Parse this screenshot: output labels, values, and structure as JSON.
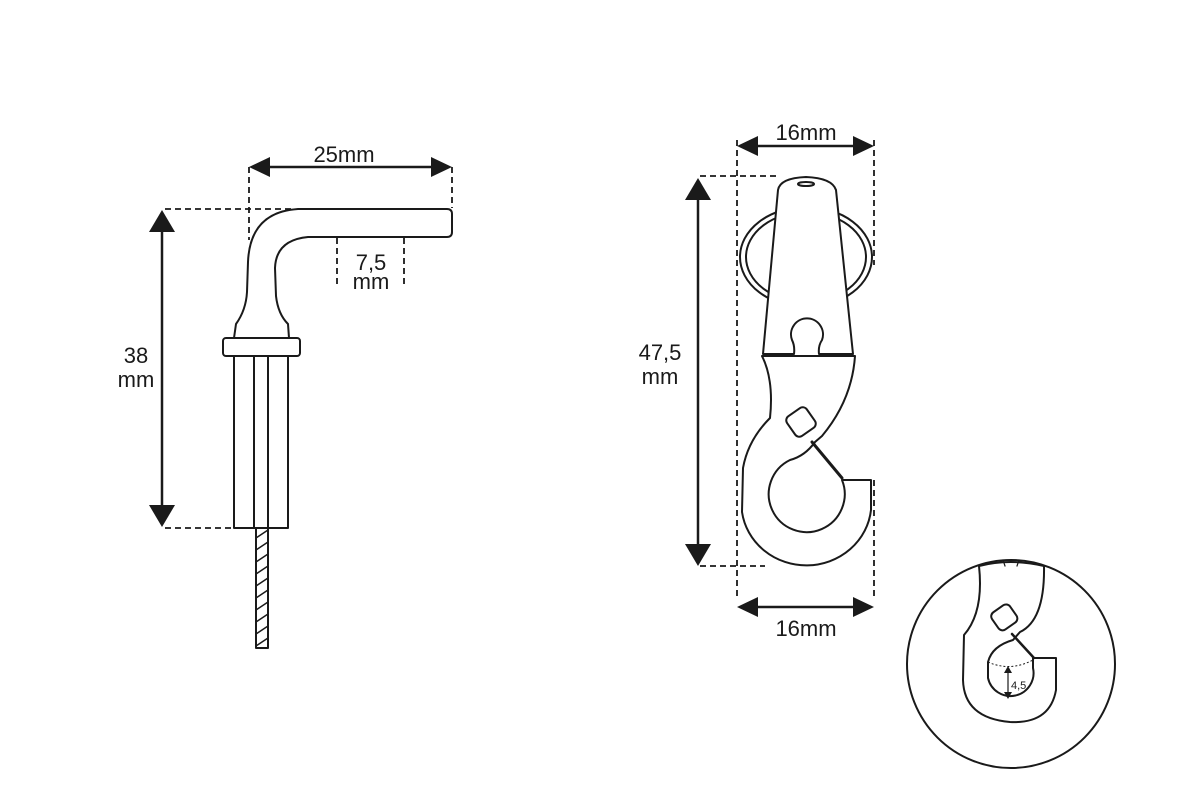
{
  "hook_pin": {
    "width_label": "25mm",
    "height_label_value": "38",
    "height_label_unit": "mm",
    "thickness_label_value": "7,5",
    "thickness_label_unit": "mm"
  },
  "snap_hook": {
    "top_width_label": "16mm",
    "bottom_width_label": "16mm",
    "height_label_value": "47,5",
    "height_label_unit": "mm"
  },
  "detail": {
    "opening_label": "4,5"
  }
}
